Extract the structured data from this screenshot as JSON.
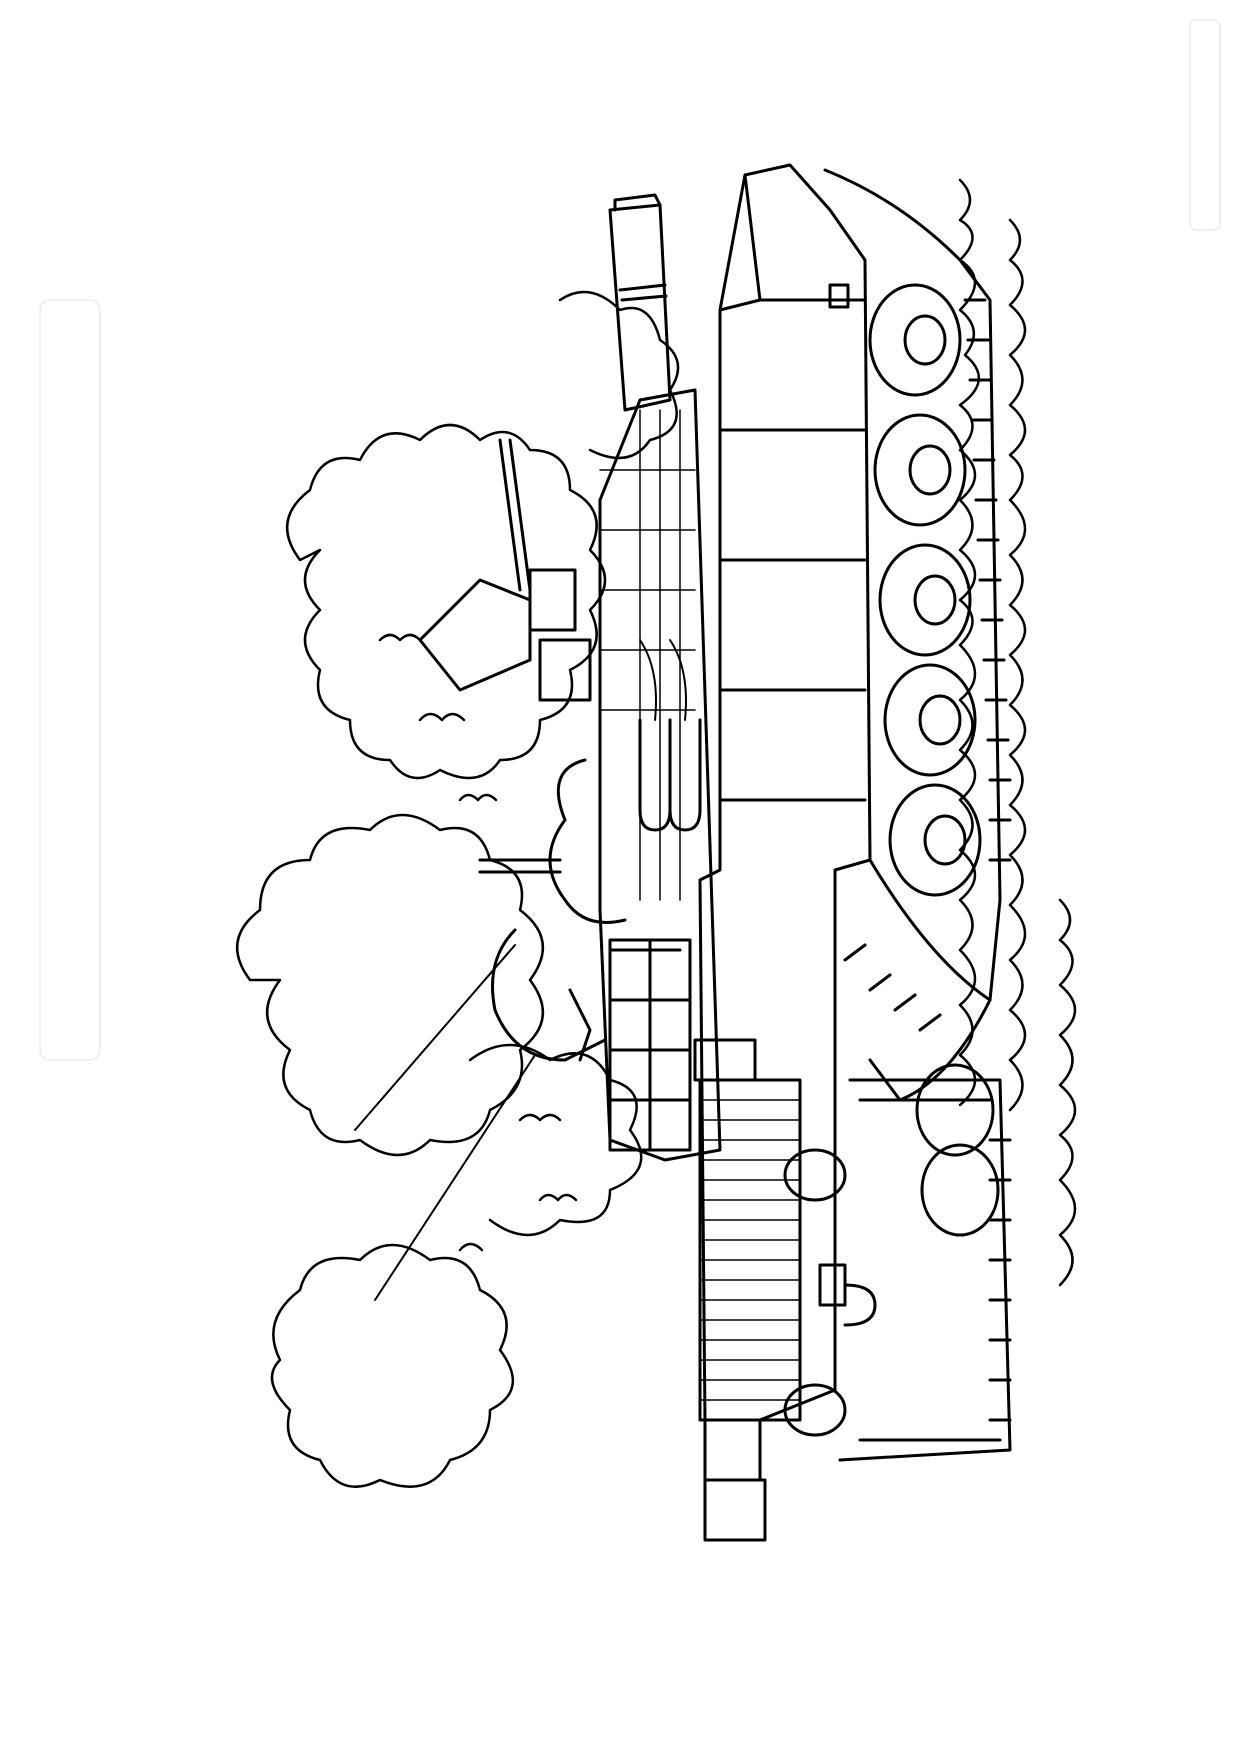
{
  "page": {
    "background_color": "#ffffff",
    "line_color": "#000000"
  },
  "illustration": {
    "subject": "tank-line-art",
    "orientation": "rotated-90",
    "style": "coloring-page"
  }
}
